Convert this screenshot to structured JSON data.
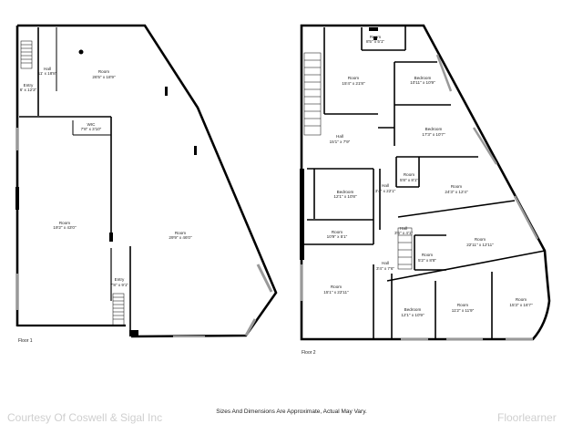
{
  "floor1": {
    "label": "Floor 1",
    "rooms": [
      {
        "name": "Entry",
        "dims": "6' x 12'3\""
      },
      {
        "name": "Hall",
        "dims": "11' x 18'8\""
      },
      {
        "name": "Room",
        "dims": "26'5\" x 18'9\""
      },
      {
        "name": "WIC",
        "dims": "7'8\" x 3'10\""
      },
      {
        "name": "Room",
        "dims": "19'2\" x 43'0\""
      },
      {
        "name": "Room",
        "dims": "29'9\" x 46'0\""
      },
      {
        "name": "Entry",
        "dims": "7'8\" x 9'1\""
      }
    ]
  },
  "floor2": {
    "label": "Floor 2",
    "rooms": [
      {
        "name": "Room",
        "dims": "8'5\" x 5'1\""
      },
      {
        "name": "Room",
        "dims": "15'4\" x 21'8\""
      },
      {
        "name": "Bedroom",
        "dims": "10'11\" x 10'9\""
      },
      {
        "name": "Bedroom",
        "dims": "17'3\" x 10'7\""
      },
      {
        "name": "Hall",
        "dims": "15'1\" x 7'9\""
      },
      {
        "name": "Room",
        "dims": "5'8\" x 8'1\""
      },
      {
        "name": "Bedroom",
        "dims": "12'1\" x 10'8\""
      },
      {
        "name": "Hall",
        "dims": "3'4\" x 22'1\""
      },
      {
        "name": "Room",
        "dims": "24'3\" x 12'4\""
      },
      {
        "name": "Room",
        "dims": "10'9\" x 5'1\""
      },
      {
        "name": "Hall",
        "dims": "3'6\" x 4'1\""
      },
      {
        "name": "Room",
        "dims": "22'11\" x 12'11\""
      },
      {
        "name": "Room",
        "dims": "5'2\" x 8'8\""
      },
      {
        "name": "Hall",
        "dims": "3'4\" x 7'6\""
      },
      {
        "name": "Room",
        "dims": "15'1\" x 22'11\""
      },
      {
        "name": "Bedroom",
        "dims": "12'1\" x 10'9\""
      },
      {
        "name": "Room",
        "dims": "11'2\" x 11'9\""
      },
      {
        "name": "Room",
        "dims": "15'3\" x 16'7\""
      }
    ]
  },
  "disclaimer": "Sizes And Dimensions Are Approximate, Actual May Vary.",
  "watermark_left": "Courtesy Of Coswell & Sigal Inc",
  "watermark_right": "Floorlearner"
}
